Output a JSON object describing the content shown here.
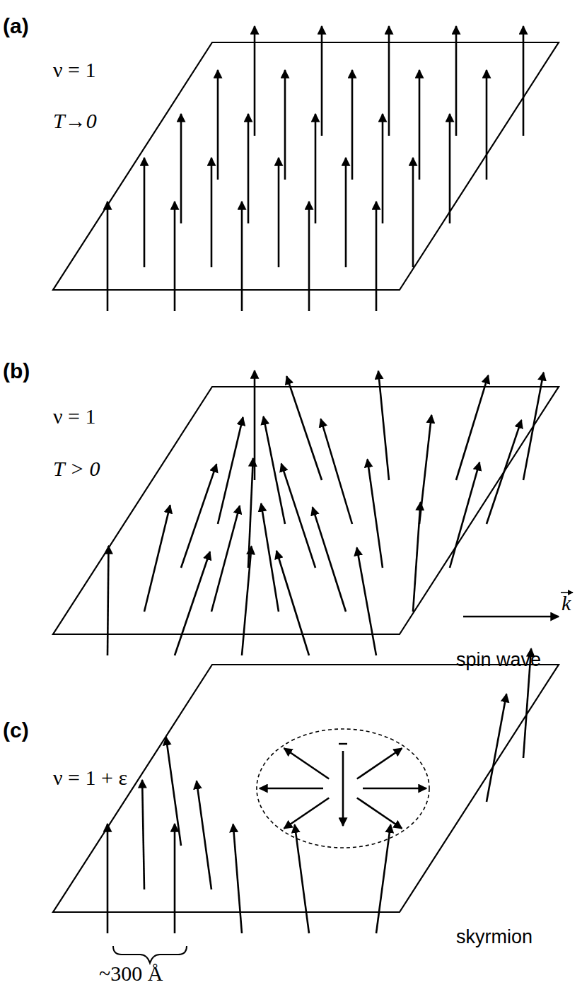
{
  "diagram": {
    "labels": [
      "(a)",
      "ν = 1",
      "T→0",
      "(b)",
      "ν = 1",
      "T > 0",
      "k",
      "spin wave",
      "(c)",
      "ν = 1 + ε",
      "~300 Å",
      "skyrmion"
    ]
  }
}
